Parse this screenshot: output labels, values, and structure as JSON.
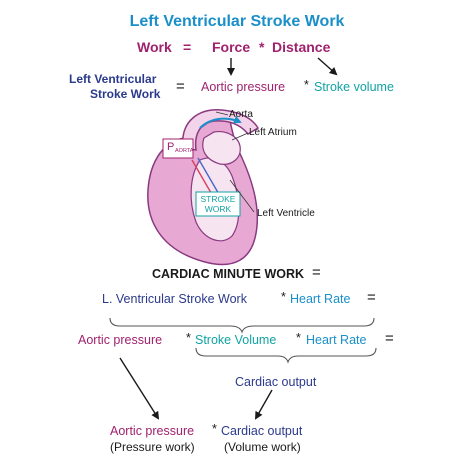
{
  "title": "Left Ventricular Stroke Work",
  "eq1": {
    "lhs": "Work",
    "equals": "=",
    "term1": "Force",
    "times": "*",
    "term2": "Distance"
  },
  "eq2": {
    "lhs_line1": "Left Ventricular",
    "lhs_line2": "Stroke Work",
    "equals": "=",
    "term1": "Aortic pressure",
    "times": "*",
    "term2": "Stroke volume"
  },
  "heart": {
    "label_aorta": "Aorta",
    "label_left_atrium": "Left Atrium",
    "label_left_ventricle": "Left Ventricle",
    "p_main": "P",
    "p_sub": "AORTA",
    "stroke_work_line1": "STROKE",
    "stroke_work_line2": "WORK"
  },
  "cmw": {
    "heading": "CARDIAC MINUTE WORK",
    "equals": "=",
    "row1_a": "L. Ventricular Stroke Work",
    "row1_times": "*",
    "row1_b": "Heart Rate",
    "row1_eq": "=",
    "row2_a": "Aortic pressure",
    "row2_t1": "*",
    "row2_b": "Stroke Volume",
    "row2_t2": "*",
    "row2_c": "Heart Rate",
    "row2_eq": "=",
    "cardiac_output": "Cardiac output",
    "final_a": "Aortic pressure",
    "final_times": "*",
    "final_b": "Cardiac output",
    "final_a_note": "(Pressure work)",
    "final_b_note": "(Volume work)"
  },
  "colors": {
    "title": "#1a8fc9",
    "magenta": "#a0226e",
    "navy": "#2b3a8c",
    "teal": "#12a3a3",
    "black": "#1a1a1a",
    "heart_fill": "#e7a9d4",
    "heart_inner": "#f6e4f1",
    "heart_stroke": "#8a3a80"
  }
}
